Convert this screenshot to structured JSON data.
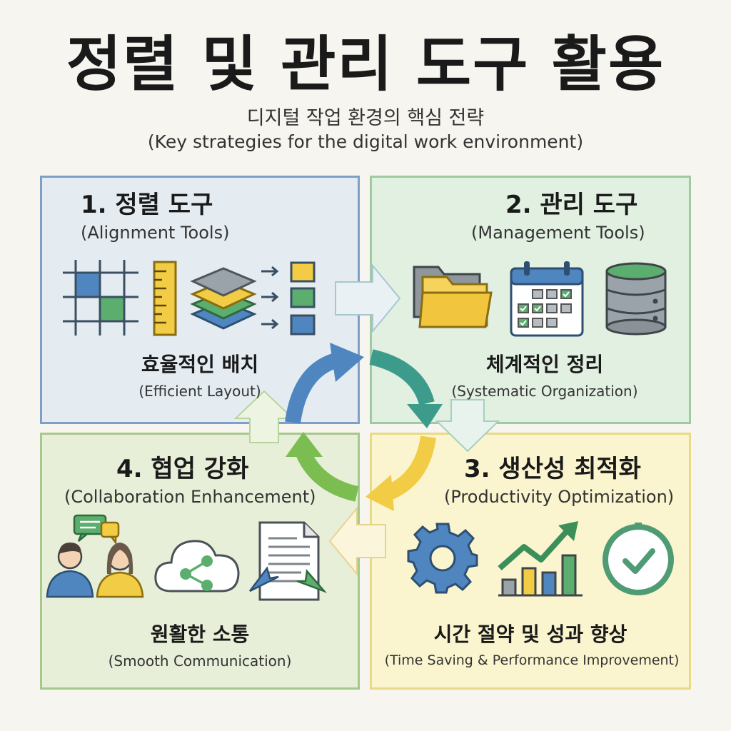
{
  "header": {
    "title": "정렬 및 관리 도구 활용",
    "subtitle_ko": "디지털 작업 환경의 핵심 전략",
    "subtitle_en": "(Key strategies for the digital work environment)"
  },
  "quadrants": {
    "q1": {
      "title": "1. 정렬 도구",
      "subtitle": "(Alignment Tools)",
      "caption": "효율적인 배치",
      "caption_en": "(Efficient Layout)",
      "icons": [
        "grid-icon",
        "ruler-icon",
        "layers-icon",
        "sorted-blocks-icon"
      ]
    },
    "q2": {
      "title": "2. 관리 도구",
      "subtitle": "(Management Tools)",
      "caption": "체계적인 정리",
      "caption_en": "(Systematic Organization)",
      "icons": [
        "folder-icon",
        "calendar-icon",
        "database-icon"
      ]
    },
    "q3": {
      "title": "3. 생산성 최적화",
      "subtitle": "(Productivity Optimization)",
      "caption": "시간 절약 및 성과 향상",
      "caption_en": "(Time Saving & Performance Improvement)",
      "icons": [
        "gear-icon",
        "growth-chart-icon",
        "clock-check-icon"
      ]
    },
    "q4": {
      "title": "4. 협업 강화",
      "subtitle": "(Collaboration Enhancement)",
      "caption": "원활한 소통",
      "caption_en": "(Smooth Communication)",
      "icons": [
        "people-chat-icon",
        "cloud-share-icon",
        "shared-document-icon"
      ]
    }
  },
  "colors": {
    "blue": "#4f86c0",
    "green": "#5cae6e",
    "yellow": "#f2cc45",
    "teal": "#3d9b8c",
    "lime": "#7cbd52"
  }
}
